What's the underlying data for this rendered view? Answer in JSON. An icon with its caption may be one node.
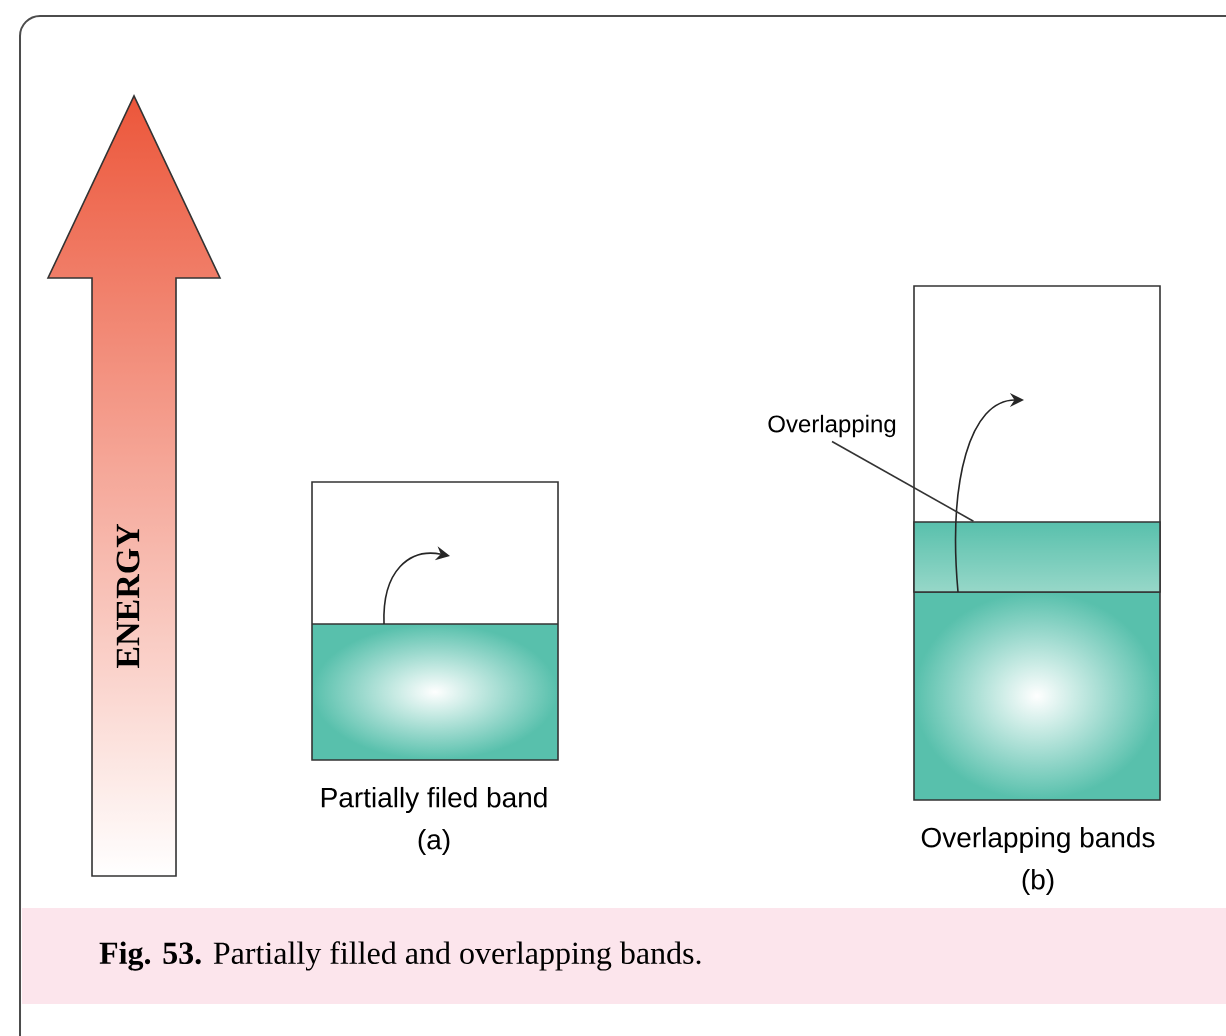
{
  "diagram": {
    "caption": "**Fig. 53.** Partially filled and overlapping bands.",
    "nodes": [
      {
        "text": [
          "ENERGY"
        ]
      },
      {
        "text": [],
        "shape": "box",
        "beside": [
          "Partially filed band",
          "(a)"
        ]
      },
      {
        "text": [],
        "shape": "box",
        "beside": [
          "Overlapping bands",
          "(b)"
        ]
      },
      {
        "text": [
          "Overlapping"
        ]
      },
      {
        "text": [],
        "shape": "box",
        "in": 2
      }
    ],
    "edges": [
      {
        "from": 3,
        "to": 4,
        "arrow": "none"
      }
    ]
  }
}
